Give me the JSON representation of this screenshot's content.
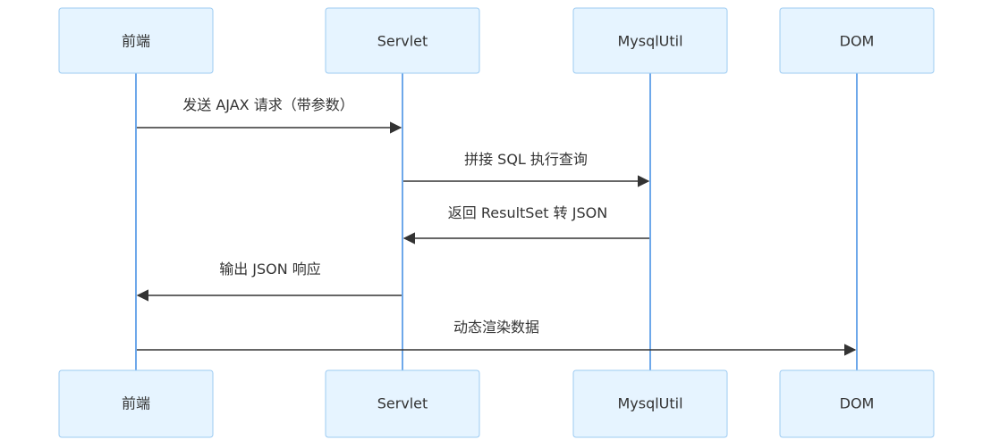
{
  "diagram": {
    "type": "sequence",
    "participants": [
      {
        "id": "frontend",
        "label": "前端"
      },
      {
        "id": "servlet",
        "label": "Servlet"
      },
      {
        "id": "mysqlutil",
        "label": "MysqlUtil"
      },
      {
        "id": "dom",
        "label": "DOM"
      }
    ],
    "messages": [
      {
        "from": "frontend",
        "to": "servlet",
        "label": "发送 AJAX 请求（带参数）"
      },
      {
        "from": "servlet",
        "to": "mysqlutil",
        "label": "拼接 SQL 执行查询"
      },
      {
        "from": "mysqlutil",
        "to": "servlet",
        "label": "返回 ResultSet 转 JSON"
      },
      {
        "from": "servlet",
        "to": "frontend",
        "label": "输出 JSON 响应"
      },
      {
        "from": "frontend",
        "to": "dom",
        "label": "动态渲染数据"
      }
    ],
    "colors": {
      "actor_fill": "#e6f4ff",
      "actor_border": "#9ccbf2",
      "lifeline": "#6ea8ea",
      "message": "#333333"
    }
  }
}
